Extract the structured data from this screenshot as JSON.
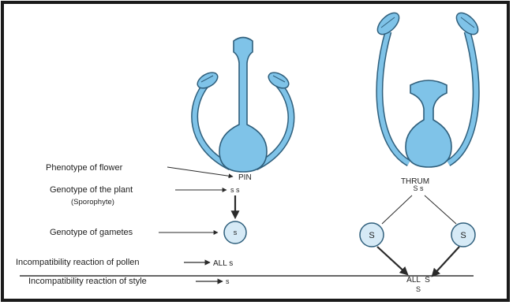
{
  "labels": {
    "phenotype": "Phenotype of flower",
    "genotype_plant_line1": "Genotype of the plant",
    "genotype_plant_line2": "(Sporophyte)",
    "genotype_gametes": "Genotype of gametes",
    "pollen_reaction": "Incompatibility reaction of pollen",
    "style_reaction": "Incompatibility reaction of style"
  },
  "pin": {
    "phenotype": "PIN",
    "genotype": "s s",
    "gamete": "s",
    "pollen_reaction": "ALL s",
    "style_reaction": "s"
  },
  "thrum": {
    "phenotype": "THRUM",
    "genotype": "S s",
    "gamete_left": "S",
    "gamete_right": "S",
    "pollen_reaction_line1": "ALL  S",
    "pollen_reaction_line2": "S"
  },
  "colors": {
    "frame": "#1a1a1a",
    "flower_fill": "#7fc3e8",
    "flower_stroke": "#2f5f7c",
    "gamete_fill": "#d6eaf6",
    "arrow": "#2a2a2a",
    "baseline": "#333333"
  }
}
